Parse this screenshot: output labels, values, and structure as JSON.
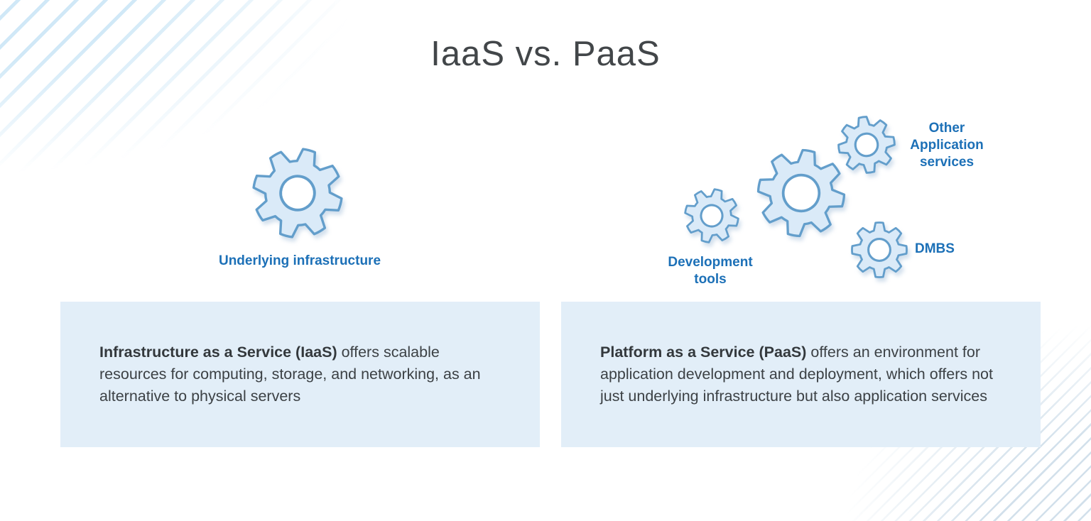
{
  "title": "IaaS vs. PaaS",
  "iaas": {
    "gear_label": "Underlying infrastructure",
    "term": "Infrastructure as a Service (IaaS)",
    "description": " offers scalable resources for computing, storage, and networking, as an alternative to physical servers"
  },
  "paas": {
    "gear_labels": {
      "other_application_services": "Other\nApplication\nservices",
      "development_tools": "Development\ntools",
      "dmbs": "DMBS"
    },
    "term": "Platform as a Service (PaaS)",
    "description": " offers an environment for application development and deployment, which offers not just underlying infrastructure but also application services"
  },
  "colors": {
    "accent_blue": "#1c70b7",
    "gear_fill": "#daeaf8",
    "gear_stroke": "#639ecb",
    "card_background": "#e2eef8",
    "title_text": "#424649",
    "body_text": "#3c4145"
  }
}
